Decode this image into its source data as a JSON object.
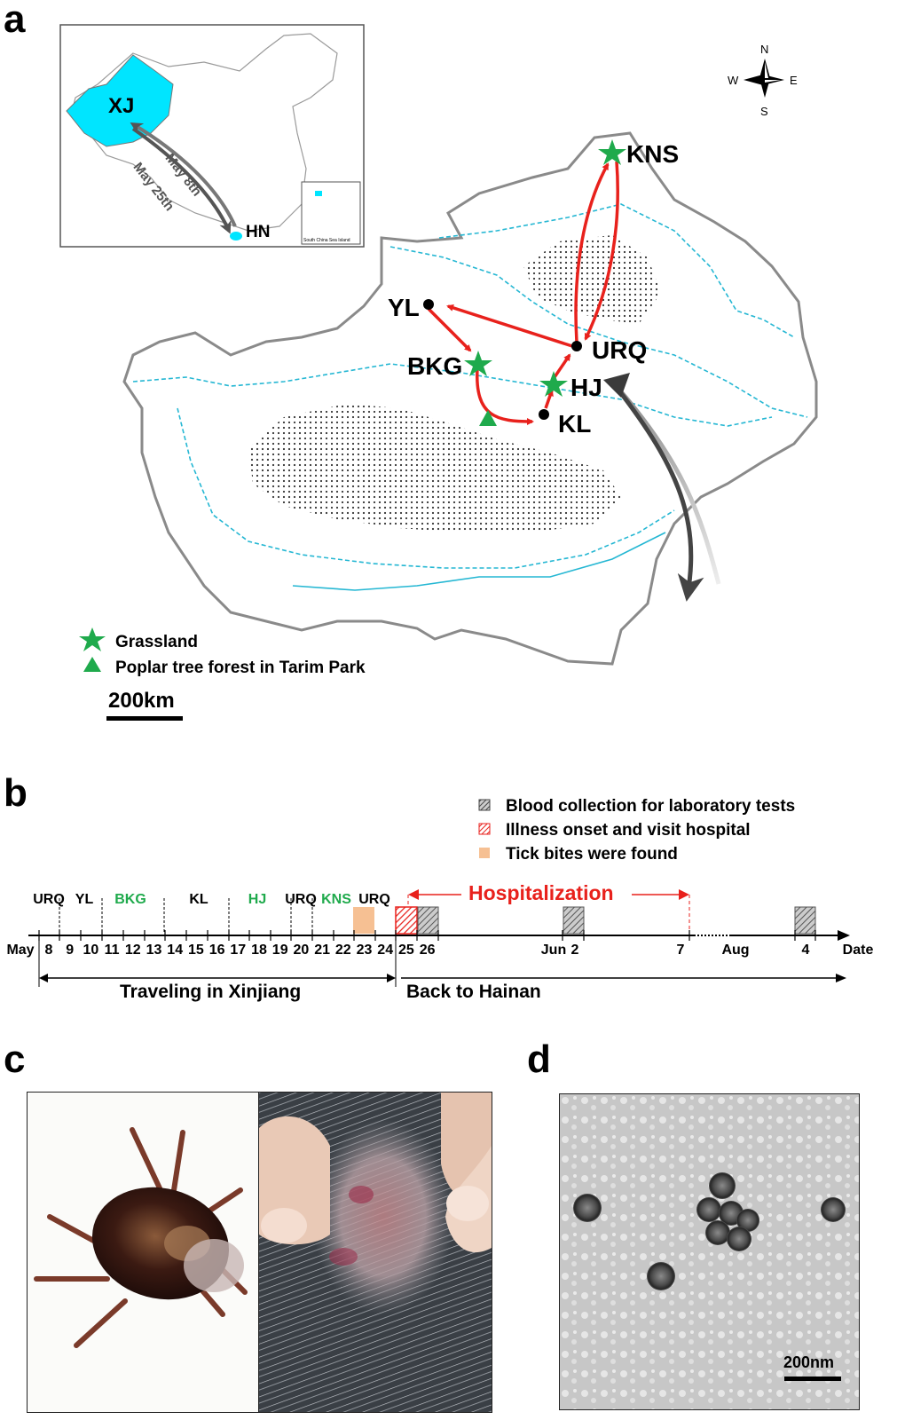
{
  "panels": {
    "a": "a",
    "b": "b",
    "c": "c",
    "d": "d"
  },
  "map": {
    "inset": {
      "xj": "XJ",
      "hn": "HN",
      "route_out": "May 8th",
      "route_back": "May 25th",
      "south_china_sea": "South China Sea Island"
    },
    "compass": {
      "n": "N",
      "s": "S",
      "e": "E",
      "w": "W"
    },
    "places": {
      "kns": "KNS",
      "yl": "YL",
      "urq": "URQ",
      "bkg": "BKG",
      "hj": "HJ",
      "kl": "KL"
    },
    "legend": {
      "grassland": "Grassland",
      "poplar": "Poplar tree forest in Tarim Park"
    },
    "scale": "200km",
    "colors": {
      "route": "#e8211c",
      "site": "#1faa4c",
      "region": "#00e5ff",
      "river": "#25b7d3"
    }
  },
  "timeline": {
    "legend": {
      "blood": "Blood collection for laboratory tests",
      "illness": "Illness onset and visit hospital",
      "tick": "Tick bites were found"
    },
    "hospitalization": "Hospitalization",
    "places": [
      {
        "label": "URQ",
        "green": false
      },
      {
        "label": "YL",
        "green": false
      },
      {
        "label": "BKG",
        "green": true
      },
      {
        "label": "KL",
        "green": false
      },
      {
        "label": "HJ",
        "green": true
      },
      {
        "label": "URQ",
        "green": false
      },
      {
        "label": "KNS",
        "green": true
      },
      {
        "label": "URQ",
        "green": false
      }
    ],
    "month_may": "May",
    "days": [
      "8",
      "9",
      "10",
      "11",
      "12",
      "13",
      "14",
      "15",
      "16",
      "17",
      "18",
      "19",
      "20",
      "21",
      "22",
      "23",
      "24",
      "25",
      "26"
    ],
    "month_jun": "Jun",
    "day_jun2": "2",
    "day_jun7": "7",
    "month_aug": "Aug",
    "day_aug4": "4",
    "axis_label": "Date",
    "traveling": "Traveling in Xinjiang",
    "back": "Back to Hainan"
  },
  "micrograph": {
    "scale": "200nm"
  }
}
